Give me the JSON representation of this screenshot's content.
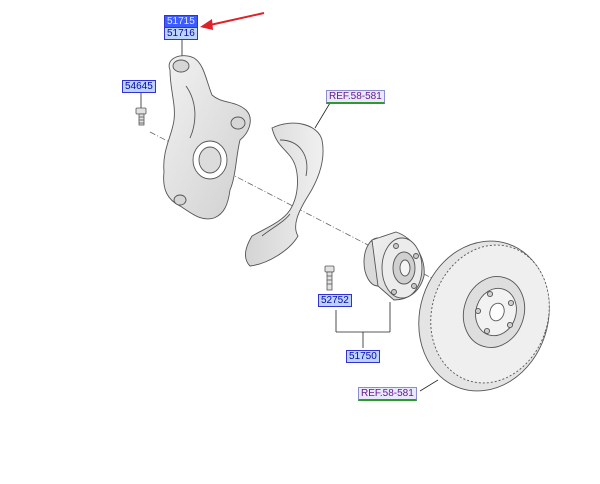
{
  "labels": {
    "knuckle_a": "51715",
    "knuckle_b": "51716",
    "bolt_knuckle": "54645",
    "dust_cover_ref": "REF.58-581",
    "hub_bolt": "52752",
    "hub_assembly": "51750",
    "disc_ref": "REF.58-581"
  },
  "colors": {
    "pointer_arrow": "#e0202a",
    "label_border": "#3232d2",
    "label_fill": "#bcd2ff",
    "ref_underline": "#2e9a2e",
    "part_fill": "#e6e6e6",
    "part_stroke": "#555555"
  }
}
